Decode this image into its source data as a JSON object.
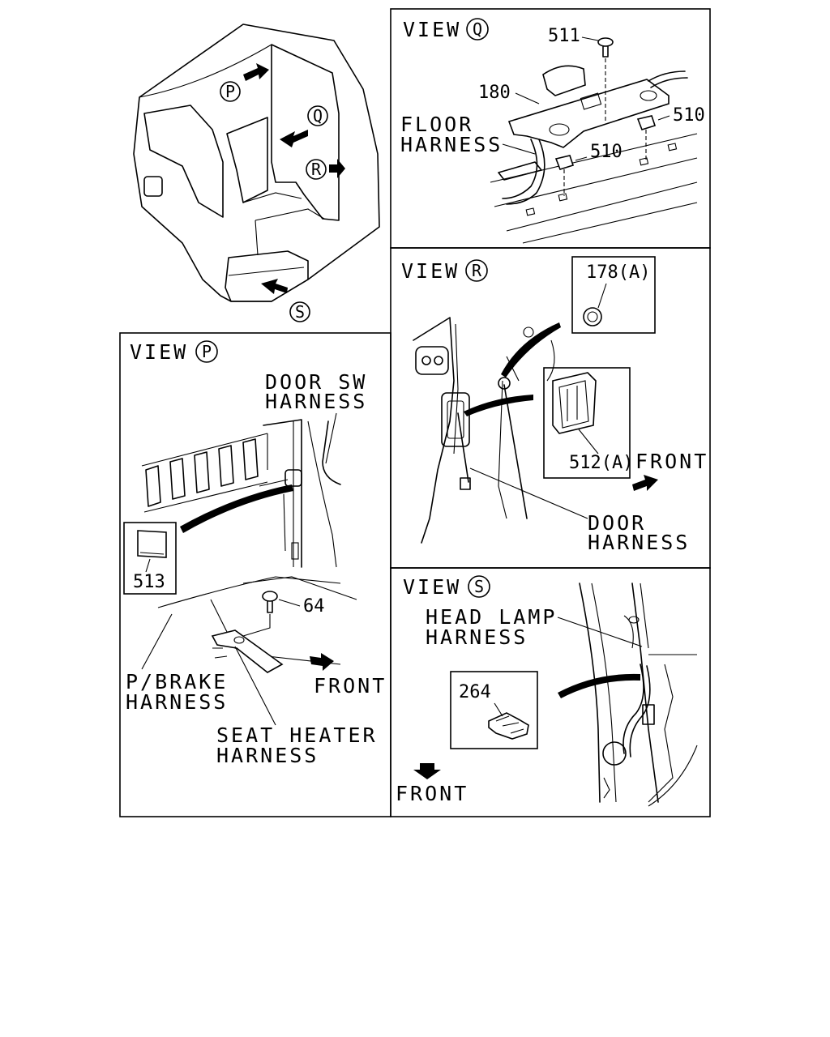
{
  "overview": {
    "callout_p": "P",
    "callout_q": "Q",
    "callout_r": "R",
    "callout_s": "S"
  },
  "view_q": {
    "title": "VIEW",
    "letter": "Q",
    "part_511": "511",
    "part_180": "180",
    "part_510_a": "510",
    "part_510_b": "510",
    "label_floor_1": "FLOOR",
    "label_floor_2": "HARNESS"
  },
  "view_r": {
    "title": "VIEW",
    "letter": "R",
    "part_178": "178(A)",
    "part_512": "512(A)",
    "front": "FRONT",
    "label_door_1": "DOOR",
    "label_door_2": "HARNESS"
  },
  "view_p": {
    "title": "VIEW",
    "letter": "P",
    "label_doorsw_1": "DOOR SW",
    "label_doorsw_2": "HARNESS",
    "part_513": "513",
    "part_64": "64",
    "front": "FRONT",
    "label_pbrake_1": "P/BRAKE",
    "label_pbrake_2": "HARNESS",
    "label_seat_1": "SEAT HEATER",
    "label_seat_2": "HARNESS"
  },
  "view_s": {
    "title": "VIEW",
    "letter": "S",
    "label_head_1": "HEAD LAMP",
    "label_head_2": "HARNESS",
    "part_264": "264",
    "front": "FRONT"
  }
}
